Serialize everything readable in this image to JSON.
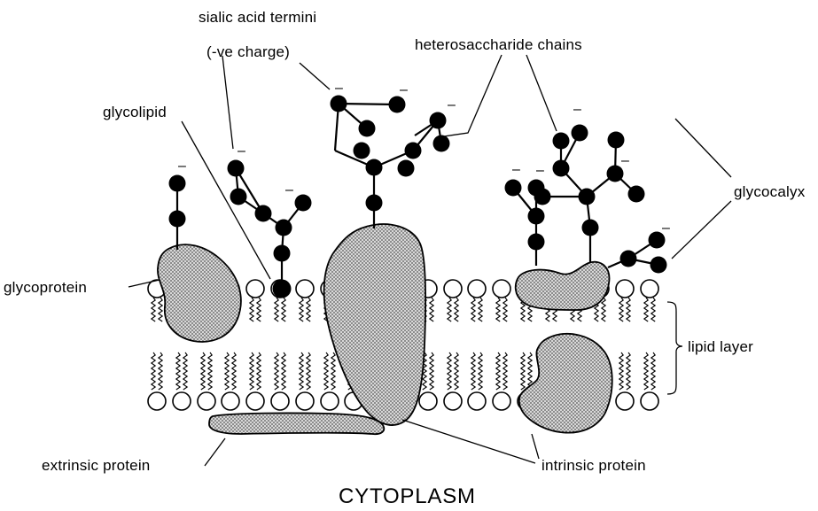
{
  "labels": {
    "sialic_acid_line1": "sialic acid termini",
    "sialic_acid_line2": "(-ve charge)",
    "heterosaccharide": "heterosaccharide chains",
    "glycolipid": "glycolipid",
    "glycocalyx": "glycocalyx",
    "glycoprotein": "glycoprotein",
    "lipid_layer": "lipid layer",
    "extrinsic_protein": "extrinsic protein",
    "intrinsic_protein": "intrinsic protein",
    "cytoplasm": "CYTOPLASM"
  },
  "charge_symbol": "–",
  "colors": {
    "ink": "#000000",
    "background": "#ffffff",
    "protein_fill": "#bdbdbd"
  }
}
